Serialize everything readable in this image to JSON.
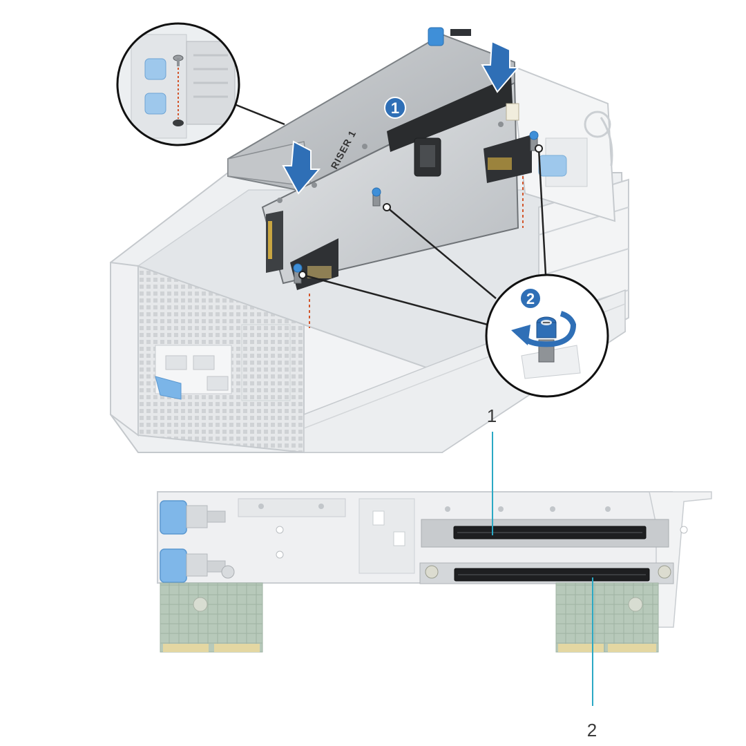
{
  "figure": {
    "riser_label": "RISER 1",
    "step_badges": [
      "1",
      "2"
    ],
    "callouts": [
      "1",
      "2"
    ]
  },
  "colors": {
    "accent_blue": "#2f6fb6",
    "latch_blue": "#3f8fd8",
    "metal_light": "#d9dcdf",
    "metal_mid": "#b8bcc0",
    "metal_dark": "#6b6f73",
    "chassis_faded": "#e9ebed",
    "guide_dashed": "#d2552b",
    "callout_line": "#2aa8c4",
    "pcb_green": "#9fb7a3"
  },
  "icons": [
    "down-arrow-icon",
    "screw-icon",
    "rotate-arrow-icon",
    "magnifier-circle-icon"
  ]
}
